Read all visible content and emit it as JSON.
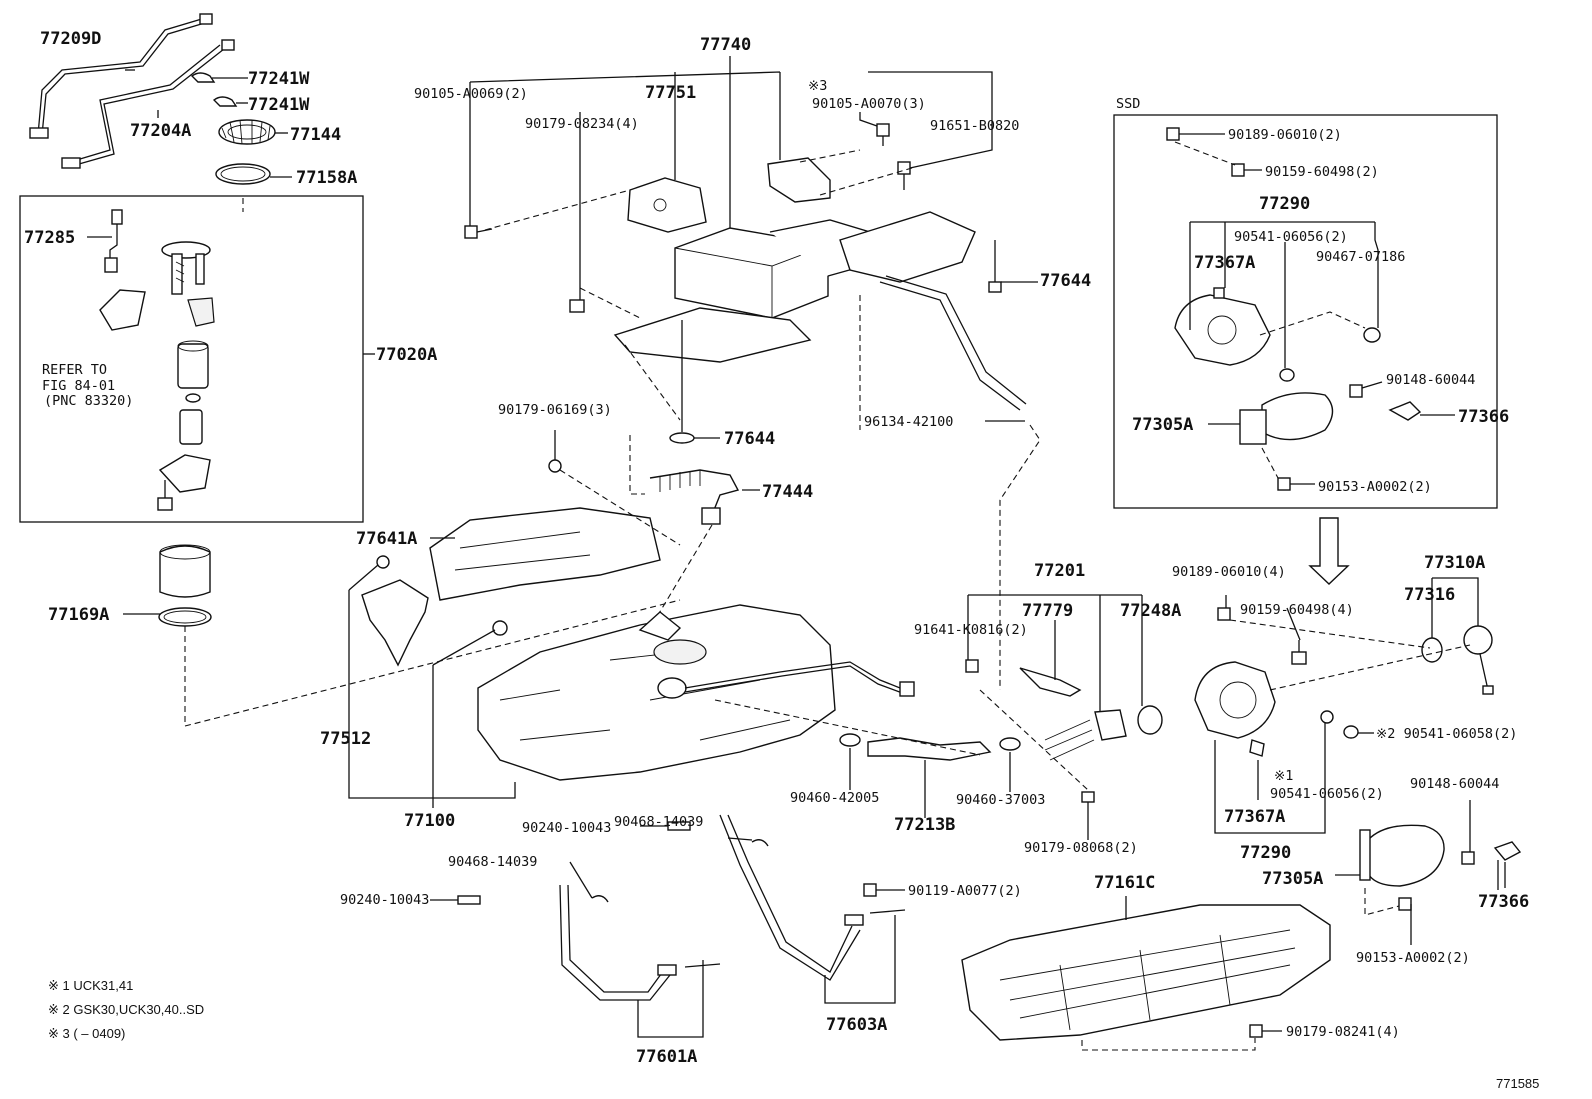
{
  "labels": {
    "p77209D": "77209D",
    "p77241W_1": "77241W",
    "p77241W_2": "77241W",
    "p77204A": "77204A",
    "p77144": "77144",
    "p77158A": "77158A",
    "p77285": "77285",
    "p77020A": "77020A",
    "refer_line1": "REFER TO",
    "refer_line2": "FIG 84-01",
    "refer_line3": "(PNC 83320)",
    "p77169A": "77169A",
    "p77740": "77740",
    "p77751": "77751",
    "p90105_A0069": "90105-A0069(2)",
    "p90179_08234": "90179-08234(4)",
    "note3_mark": "※3",
    "p90105_A0070": "90105-A0070(3)",
    "p91651_B0820": "91651-B0820",
    "p77644_1": "77644",
    "p77644_2": "77644",
    "p90179_06169": "90179-06169(3)",
    "p77444": "77444",
    "p96134_42100": "96134-42100",
    "p77641A": "77641A",
    "p77512": "77512",
    "p77100": "77100",
    "p77201": "77201",
    "p91641_K0816": "91641-K0816(2)",
    "p77779": "77779",
    "p77248A": "77248A",
    "p90460_42005": "90460-42005",
    "p77213B": "77213B",
    "p90460_37003": "90460-37003",
    "p90179_08068": "90179-08068(2)",
    "p90468_14039_1": "90468-14039",
    "p90240_10043_1": "90240-10043",
    "p90468_14039_2": "90468-14039",
    "p90240_10043_2": "90240-10043",
    "p90119_A0077": "90119-A0077(2)",
    "p77603A": "77603A",
    "p77601A": "77601A",
    "p77161C": "77161C",
    "p90179_08241": "90179-08241(4)",
    "ssd": "SSD",
    "p90189_06010_s": "90189-06010(2)",
    "p90159_60498_s": "90159-60498(2)",
    "p77290_s": "77290",
    "p90541_06056_s": "90541-06056(2)",
    "p77367A_s": "77367A",
    "p90467_07186": "90467-07186",
    "p90148_60044_s": "90148-60044",
    "p77305A_s": "77305A",
    "p77366_s": "77366",
    "p90153_A0002_s": "90153-A0002(2)",
    "p90189_06010": "90189-06010(4)",
    "p90159_60498": "90159-60498(4)",
    "p77310A": "77310A",
    "p77316": "77316",
    "p90541_06058": "※2 90541-06058(2)",
    "note1_mark": "※1",
    "p90541_06056": "90541-06056(2)",
    "p77367A": "77367A",
    "p77290": "77290",
    "p90148_60044": "90148-60044",
    "p77305A": "77305A",
    "p77366": "77366",
    "p90153_A0002": "90153-A0002(2)",
    "fig_id": "771585"
  },
  "notes": {
    "n1": "※ 1  UCK31,41",
    "n2": "※ 2  GSK30,UCK30,40..SD",
    "n3": "※ 3  (         – 0409)"
  }
}
